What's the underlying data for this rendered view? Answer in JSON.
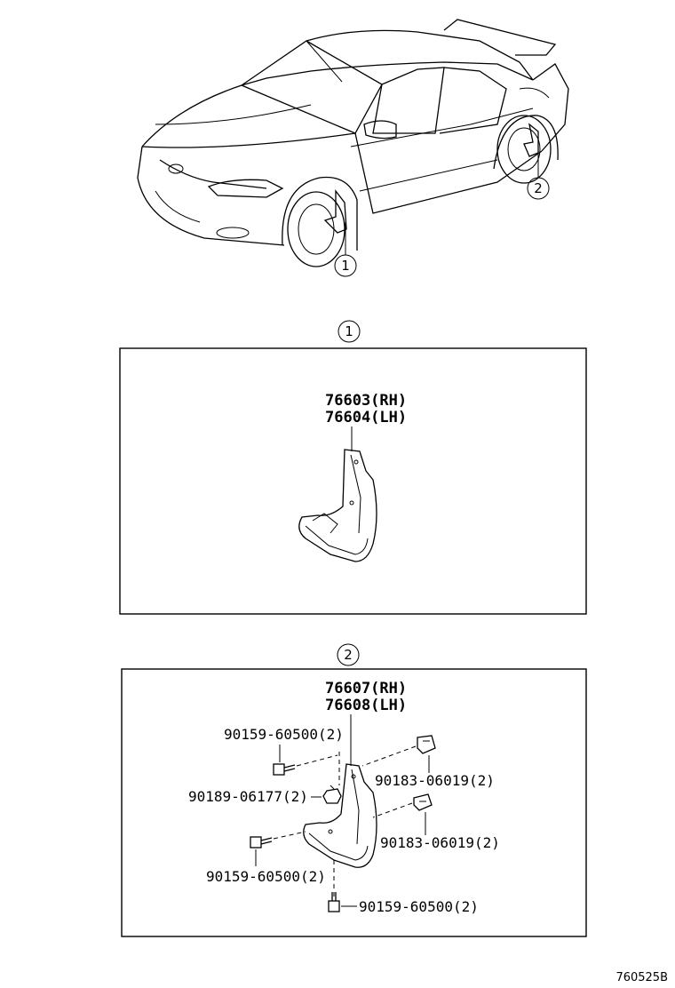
{
  "car_callouts": {
    "front": "1",
    "rear": "2"
  },
  "section1": {
    "index": "1",
    "part_rh": "76603(RH)",
    "part_lh": "76604(LH)"
  },
  "section2": {
    "index": "2",
    "part_rh": "76607(RH)",
    "part_lh": "76608(LH)",
    "screw_top": "90159-60500(2)",
    "clip": "90189-06177(2)",
    "nut_upper": "90183-06019(2)",
    "nut_lower": "90183-06019(2)",
    "screw_left": "90159-60500(2)",
    "screw_bottom": "90159-60500(2)"
  },
  "reference_code": "760525B"
}
